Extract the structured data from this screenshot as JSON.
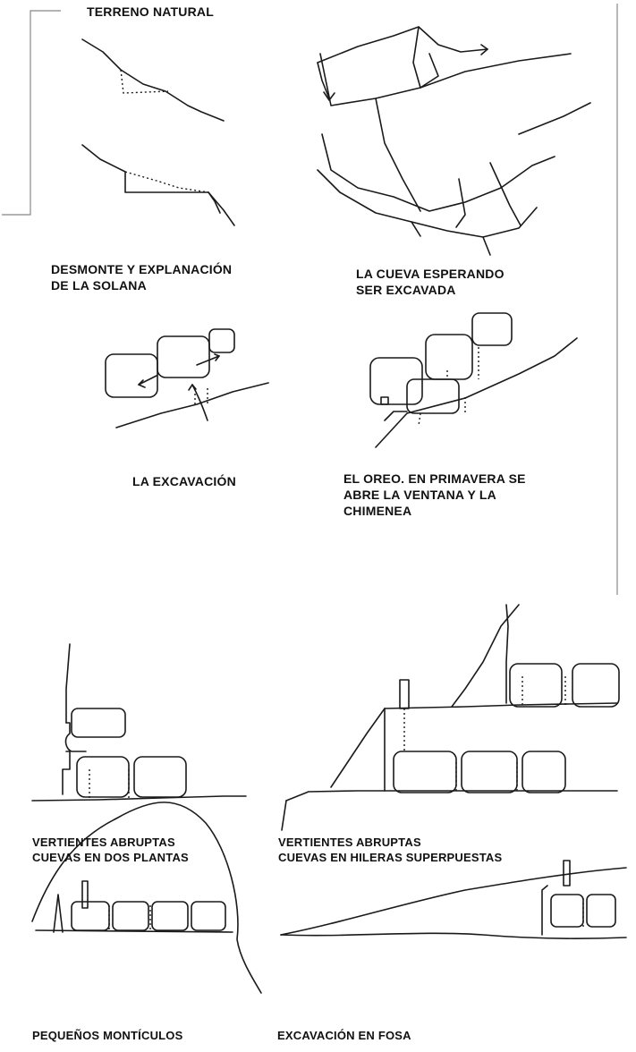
{
  "title_label": "TERRENO NATURAL",
  "captions": {
    "desmonte": [
      "DESMONTE Y EXPLANACIÓN",
      "DE LA SOLANA"
    ],
    "cueva_esperando": [
      "LA CUEVA ESPERANDO",
      "SER EXCAVADA"
    ],
    "excavacion": [
      "LA EXCAVACIÓN"
    ],
    "oreo": [
      "EL OREO. EN PRIMAVERA SE",
      "ABRE LA VENTANA Y LA",
      "CHIMENEA"
    ],
    "dos_plantas": [
      "VERTIENTES ABRUPTAS",
      "CUEVAS EN DOS PLANTAS"
    ],
    "hileras": [
      "VERTIENTES ABRUPTAS",
      "CUEVAS EN HILERAS SUPERPUESTAS"
    ],
    "monticulos": [
      "PEQUEÑOS MONTÍCULOS"
    ],
    "fosa": [
      "EXCAVACIÓN EN FOSA"
    ]
  }
}
